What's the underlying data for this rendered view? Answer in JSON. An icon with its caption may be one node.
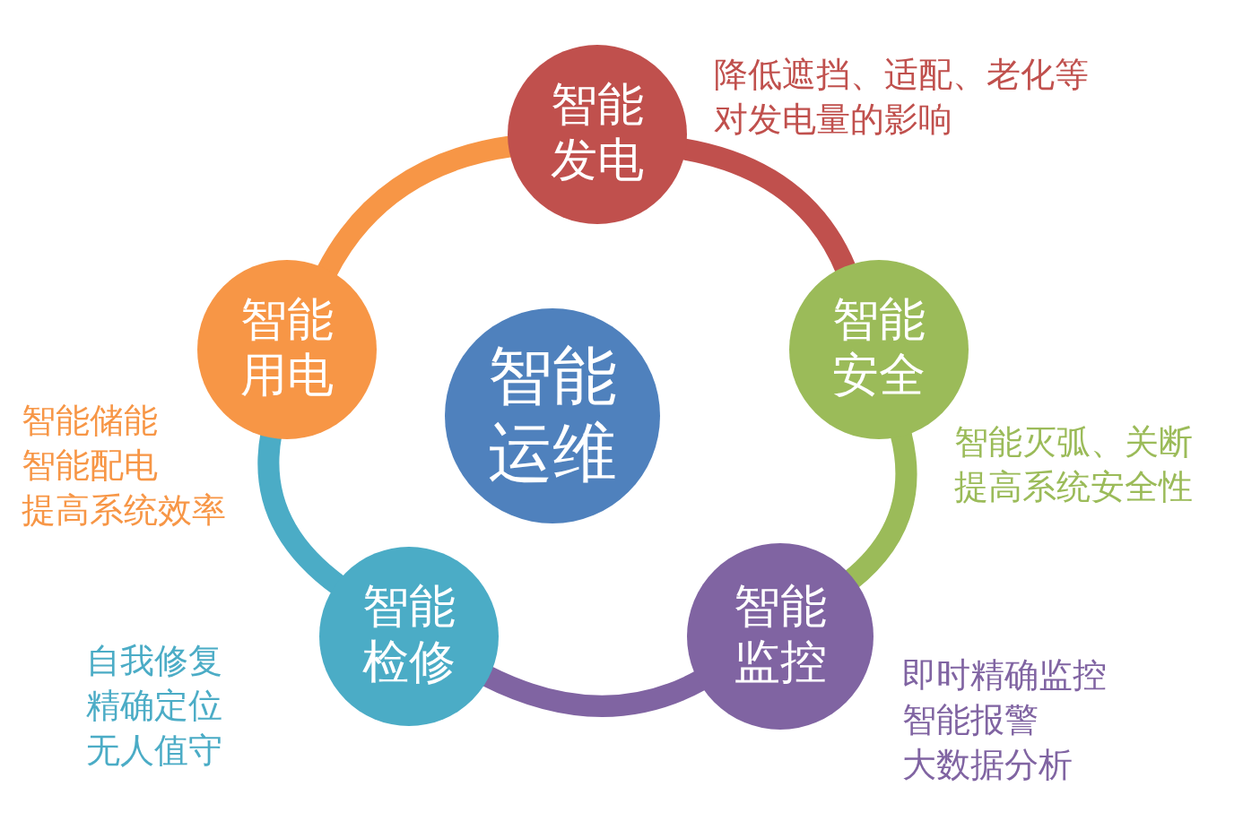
{
  "diagram": {
    "nodes": [
      {
        "text": [
          "智能运维"
        ]
      },
      {
        "text": [
          "智能发电"
        ],
        "beside": [
          "降低遮挡、适配、老化等对发电量的影响"
        ]
      },
      {
        "text": [
          "智能安全"
        ],
        "beside": [
          "智能灭弧、关断",
          "提高系统安全性"
        ]
      },
      {
        "text": [
          "智能监控"
        ],
        "beside": [
          "即时精确监控",
          "智能报警",
          "大数据分析"
        ]
      },
      {
        "text": [
          "智能检修"
        ],
        "beside": [
          "自我修复",
          "精确定位",
          "无人值守"
        ]
      },
      {
        "text": [
          "智能用电"
        ],
        "beside": [
          "智能储能",
          "智能配电",
          "提高系统效率"
        ]
      }
    ],
    "edges": [
      {
        "from": 1,
        "to": 2,
        "arrow": "none",
        "color": "#c0504d"
      },
      {
        "from": 2,
        "to": 3,
        "arrow": "none",
        "color": "#9bbb59"
      },
      {
        "from": 3,
        "to": 4,
        "arrow": "none",
        "color": "#8064a2"
      },
      {
        "from": 4,
        "to": 5,
        "arrow": "none",
        "color": "#4bacc6"
      },
      {
        "from": 5,
        "to": 1,
        "arrow": "none",
        "color": "#f79646"
      }
    ]
  }
}
